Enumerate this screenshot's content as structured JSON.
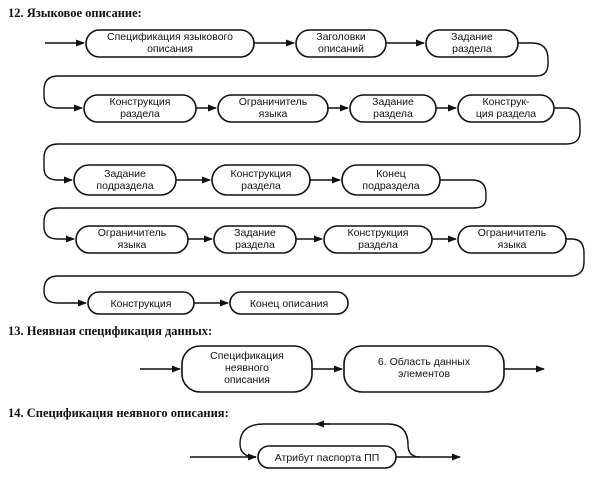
{
  "sections": [
    {
      "title": "12. Языковое описание:",
      "nodes": [
        {
          "lines": [
            "Спецификация языкового",
            "описания"
          ]
        },
        {
          "lines": [
            "Заголовки",
            "описаний"
          ]
        },
        {
          "lines": [
            "Задание",
            "раздела"
          ]
        },
        {
          "lines": [
            "Конструкция",
            "раздела"
          ]
        },
        {
          "lines": [
            "Ограничитель",
            "языка"
          ]
        },
        {
          "lines": [
            "Задание",
            "раздела"
          ]
        },
        {
          "lines": [
            "Конструк-",
            "ция раздела"
          ]
        },
        {
          "lines": [
            "Задание",
            "подраздела"
          ]
        },
        {
          "lines": [
            "Конструкция",
            "раздела"
          ]
        },
        {
          "lines": [
            "Конец",
            "подраздела"
          ]
        },
        {
          "lines": [
            "Ограничитель",
            "языка"
          ]
        },
        {
          "lines": [
            "Задание",
            "раздела"
          ]
        },
        {
          "lines": [
            "Конструкция",
            "раздела"
          ]
        },
        {
          "lines": [
            "Ограничитель",
            "языка"
          ]
        },
        {
          "lines": [
            "Конструкция"
          ]
        },
        {
          "lines": [
            "Конец описания"
          ]
        }
      ]
    },
    {
      "title": "13. Неявная спецификация данных:",
      "nodes": [
        {
          "lines": [
            "Спецификация",
            "неявного",
            "описания"
          ]
        },
        {
          "lines": [
            "6. Область данных",
            "элементов"
          ]
        }
      ]
    },
    {
      "title": "14. Спецификация неявного описания:",
      "nodes": [
        {
          "lines": [
            "Атрибут паспорта ПП"
          ]
        }
      ]
    }
  ]
}
